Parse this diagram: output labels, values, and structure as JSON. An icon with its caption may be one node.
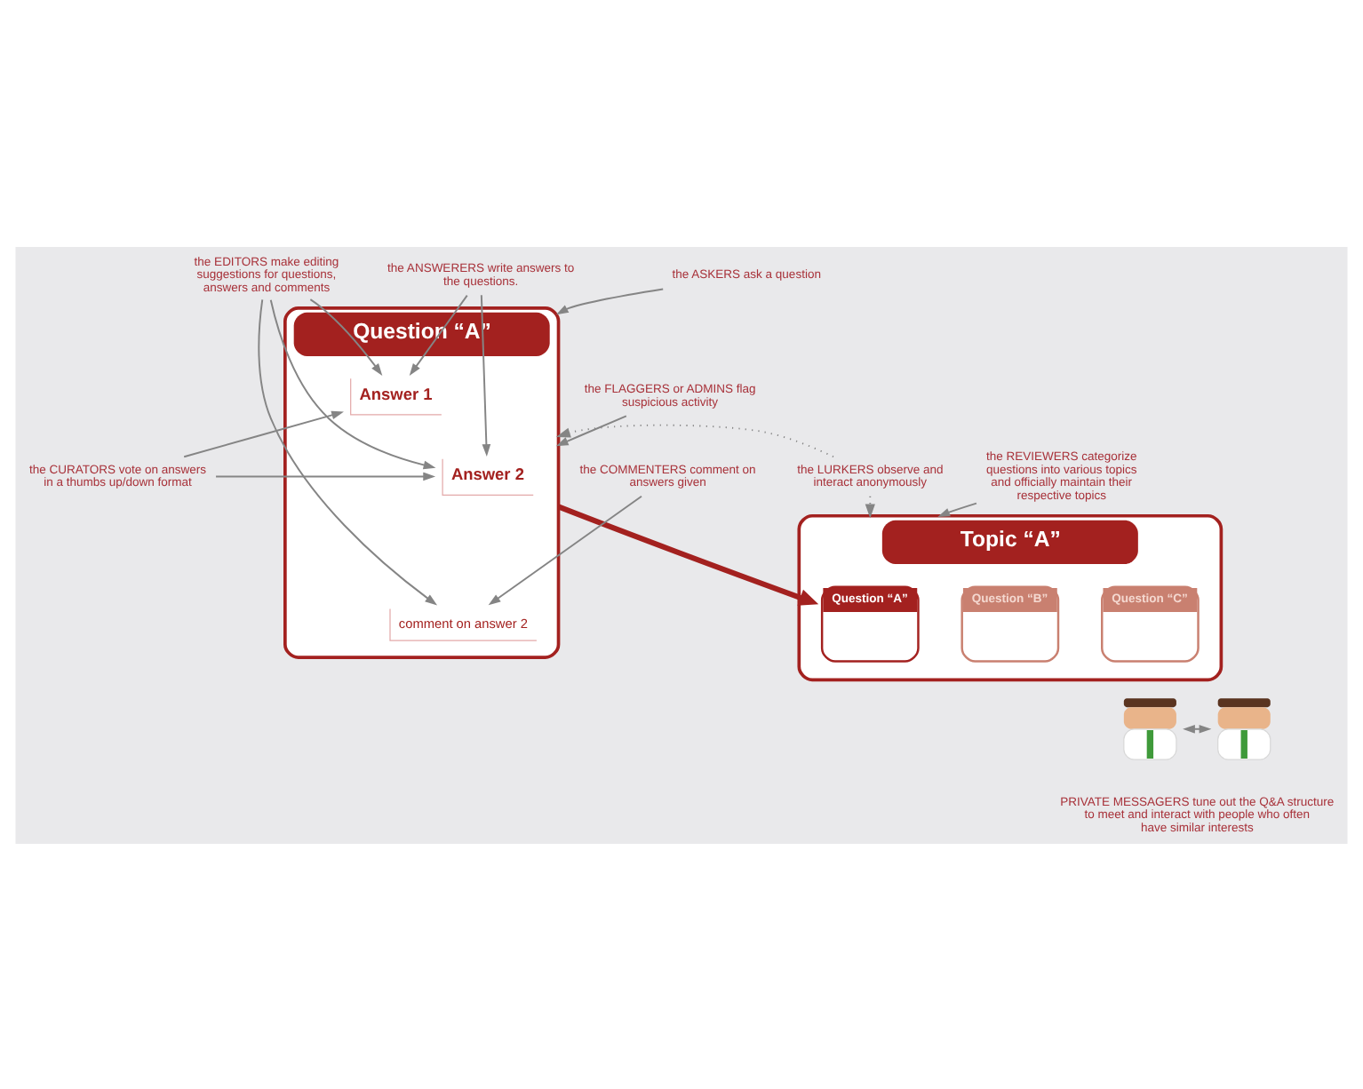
{
  "diagram": {
    "nodes": [
      {
        "text": [
          "Question “A”"
        ]
      },
      {
        "text": [
          "Answer 1"
        ],
        "in": 0
      },
      {
        "text": [
          "Answer 2"
        ],
        "in": 0
      },
      {
        "text": [
          "comment on answer 2"
        ],
        "in": 0
      },
      {
        "text": [
          "Topic “A”"
        ]
      },
      {
        "text": [
          "Question “A”"
        ],
        "in": 4
      },
      {
        "text": [
          "Question “B”"
        ],
        "in": 4
      },
      {
        "text": [
          "Question “C”"
        ],
        "in": 4
      },
      {
        "text": [
          "the ANSWERERS write answers to the questions."
        ]
      },
      {
        "text": [
          "the ASKERS ask a question"
        ]
      },
      {
        "text": [
          "the FLAGGERS or ADMINS flag suspicious activity"
        ]
      },
      {
        "text": [
          "the EDITORS make editing suggestions for questions, answers and comments"
        ]
      },
      {
        "text": [
          "the COMMENTERS comment on answers given"
        ]
      },
      {
        "text": [
          "the CURATORS vote on answers in a thumbs up/down format"
        ]
      },
      {
        "text": [
          "the LURKERS observe and interact anonymously"
        ]
      },
      {
        "text": [
          "the REVIEWERS categorize questions into various topics and officially maintain their respective topics"
        ]
      },
      {
        "text": [],
        "shape": "person"
      },
      {
        "text": [],
        "shape": "person"
      }
    ],
    "edges": [
      {
        "from": 8,
        "to": 1,
        "arrow": "to"
      },
      {
        "from": 8,
        "to": 2,
        "arrow": "to"
      },
      {
        "from": 9,
        "to": 0,
        "arrow": "to"
      },
      {
        "from": 10,
        "to": 0,
        "arrow": "to"
      },
      {
        "from": 11,
        "to": 1,
        "arrow": "to"
      },
      {
        "from": 11,
        "to": 2,
        "arrow": "to"
      },
      {
        "from": 11,
        "to": 3,
        "arrow": "to"
      },
      {
        "from": 12,
        "to": 3,
        "arrow": "to"
      },
      {
        "from": 13,
        "to": 1,
        "arrow": "to"
      },
      {
        "from": 13,
        "to": 2,
        "arrow": "to"
      },
      {
        "from": 0,
        "to": 5,
        "arrow": "to",
        "style": "thick",
        "color": "#a3211f"
      },
      {
        "from": 14,
        "to": 0,
        "arrow": "to",
        "style": "dashed"
      },
      {
        "from": 14,
        "to": 4,
        "arrow": "to",
        "style": "dashed"
      },
      {
        "from": 15,
        "to": 4,
        "arrow": "to"
      },
      {
        "from": 16,
        "to": 17,
        "arrow": "both"
      }
    ],
    "labels": [
      "PRIVATE MESSAGERS tune out the Q&A structure to meet and interact with people who often have similar interests"
    ]
  }
}
